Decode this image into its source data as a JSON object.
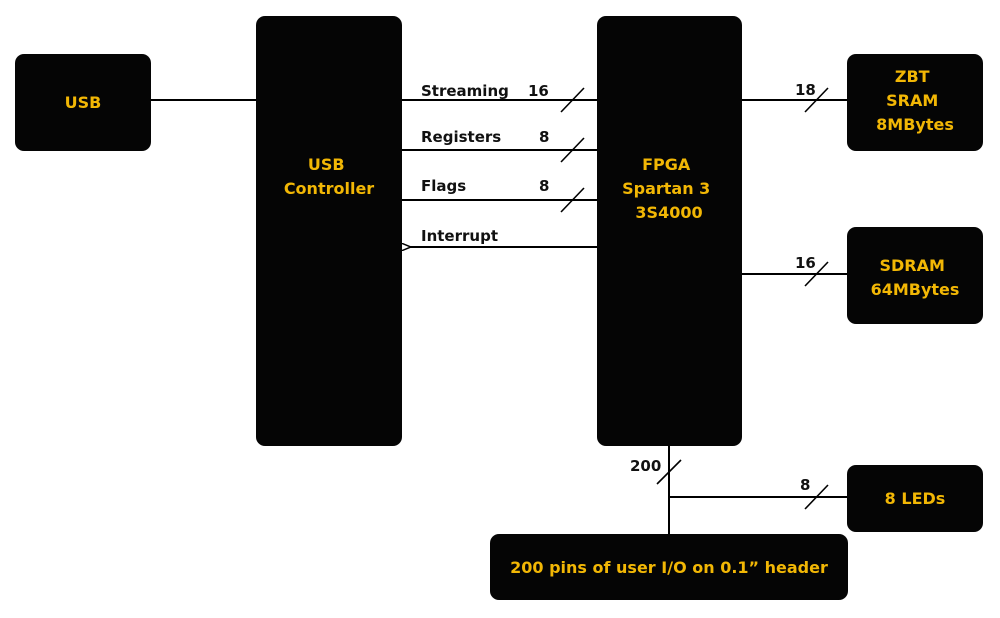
{
  "blocks": {
    "usb": {
      "lines": [
        "USB"
      ]
    },
    "usb_controller": {
      "lines": [
        "USB",
        "Controller"
      ]
    },
    "fpga": {
      "lines": [
        "FPGA",
        "Spartan 3",
        "3S4000"
      ]
    },
    "zbt_sram": {
      "lines": [
        "ZBT",
        "SRAM",
        "8MBytes"
      ]
    },
    "sdram": {
      "lines": [
        "SDRAM",
        "64MBytes"
      ]
    },
    "leds": {
      "lines": [
        "8 LEDs"
      ]
    },
    "header": {
      "lines": [
        "200 pins of user I/O on 0.1” header"
      ]
    }
  },
  "signals": {
    "streaming": {
      "name": "Streaming",
      "width": "16"
    },
    "registers": {
      "name": "Registers",
      "width": "8"
    },
    "flags": {
      "name": "Flags",
      "width": "8"
    },
    "interrupt": {
      "name": "Interrupt"
    },
    "zbt_bus": {
      "width": "18"
    },
    "sdram_bus": {
      "width": "16"
    },
    "io_bus": {
      "width": "200"
    },
    "led_bus": {
      "width": "8"
    }
  },
  "colors": {
    "block_fill": "#050505",
    "block_text": "#f2b705",
    "wire": "#000000"
  }
}
